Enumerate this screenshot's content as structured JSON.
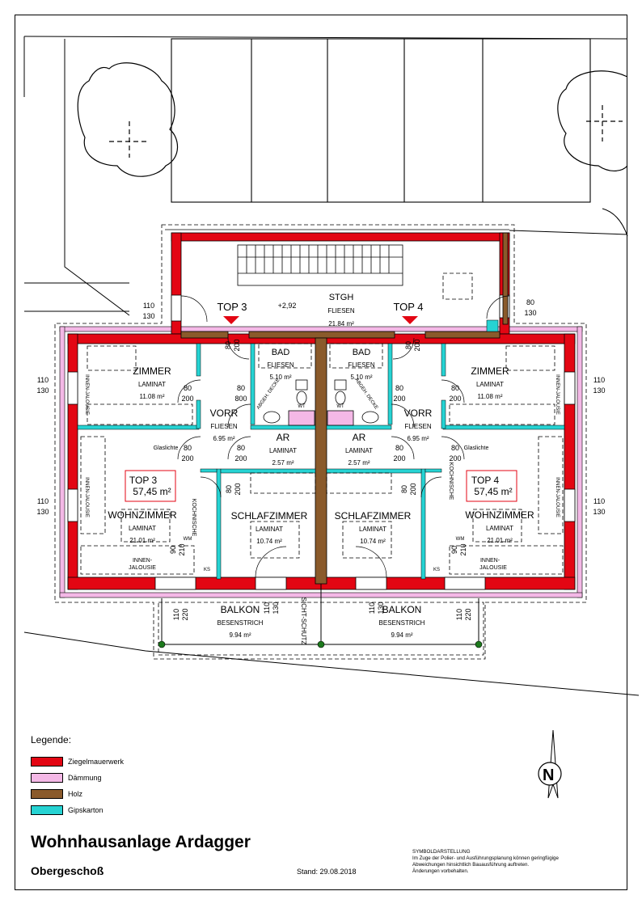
{
  "title": "Wohnhausanlage Ardagger",
  "subtitle": "Obergeschoß",
  "date": "Stand: 29.08.2018",
  "note": {
    "heading": "SYMBOLDARSTELLUNG",
    "lines": [
      "Im Zuge der Polier- und Ausführungsplanung können geringfügige",
      "Abweichungen hinsichtlich Bauausführung auftreten.",
      "Änderungen vorbehalten."
    ]
  },
  "legend": {
    "title": "Legende:",
    "items": [
      {
        "label": "Ziegelmauerwerk",
        "color": "#e30613"
      },
      {
        "label": "Dämmung",
        "color": "#f4b8e6"
      },
      {
        "label": "Holz",
        "color": "#8a5a2b"
      },
      {
        "label": "Gipskarton",
        "color": "#26d3d3"
      }
    ]
  },
  "colors": {
    "brick": "#e30613",
    "insulation": "#f4b8e6",
    "wood": "#8a5a2b",
    "drywall": "#26d3d3"
  },
  "compass": "N",
  "stair": {
    "name": "STGH",
    "floor": "FLIESEN",
    "area": "21.84 m²",
    "level": "+2,92"
  },
  "top_labels": {
    "top3": "TOP 3",
    "top4": "TOP 4"
  },
  "units": [
    {
      "name": "TOP 3",
      "area": "57,45 m²"
    },
    {
      "name": "TOP 4",
      "area": "57,45 m²"
    }
  ],
  "rooms": {
    "zimmer": {
      "name": "ZIMMER",
      "floor": "LAMINAT",
      "area": "11.08 m²"
    },
    "bad": {
      "name": "BAD",
      "floor": "FLIESEN",
      "area": "5.10 m²"
    },
    "vorr": {
      "name": "VORR",
      "floor": "FLIESEN",
      "area": "6.95 m²"
    },
    "ar": {
      "name": "AR",
      "floor": "LAMINAT",
      "area": "2.57 m²"
    },
    "wohn": {
      "name": "WOHNZIMMER",
      "floor": "LAMINAT",
      "area": "21.01 m²"
    },
    "schlaf": {
      "name": "SCHLAFZIMMER",
      "floor": "LAMINAT",
      "area": "10.74 m²"
    },
    "balkon": {
      "name": "BALKON",
      "floor": "BESENSTRICH",
      "area": "9.94 m²"
    }
  },
  "tags": {
    "glaslichte": "Glaslichte",
    "kochnische": "KOCHNISCHE",
    "wm": "WM",
    "ks": "KS",
    "innen_jalousie": "INNEN-JALOUSIE",
    "innen": "INNEN-",
    "jalousie": "JALOUSIE",
    "sichtschutz": "SICHT-SCHUTZ",
    "abgeh_decke": "ABGEH. DECKE",
    "wt": "WT"
  },
  "dims": {
    "w110": "110",
    "h130": "130",
    "w80": "80",
    "h200": "200",
    "h800": "800",
    "w90": "90",
    "h210": "210",
    "h220": "220",
    "h80": "80"
  }
}
